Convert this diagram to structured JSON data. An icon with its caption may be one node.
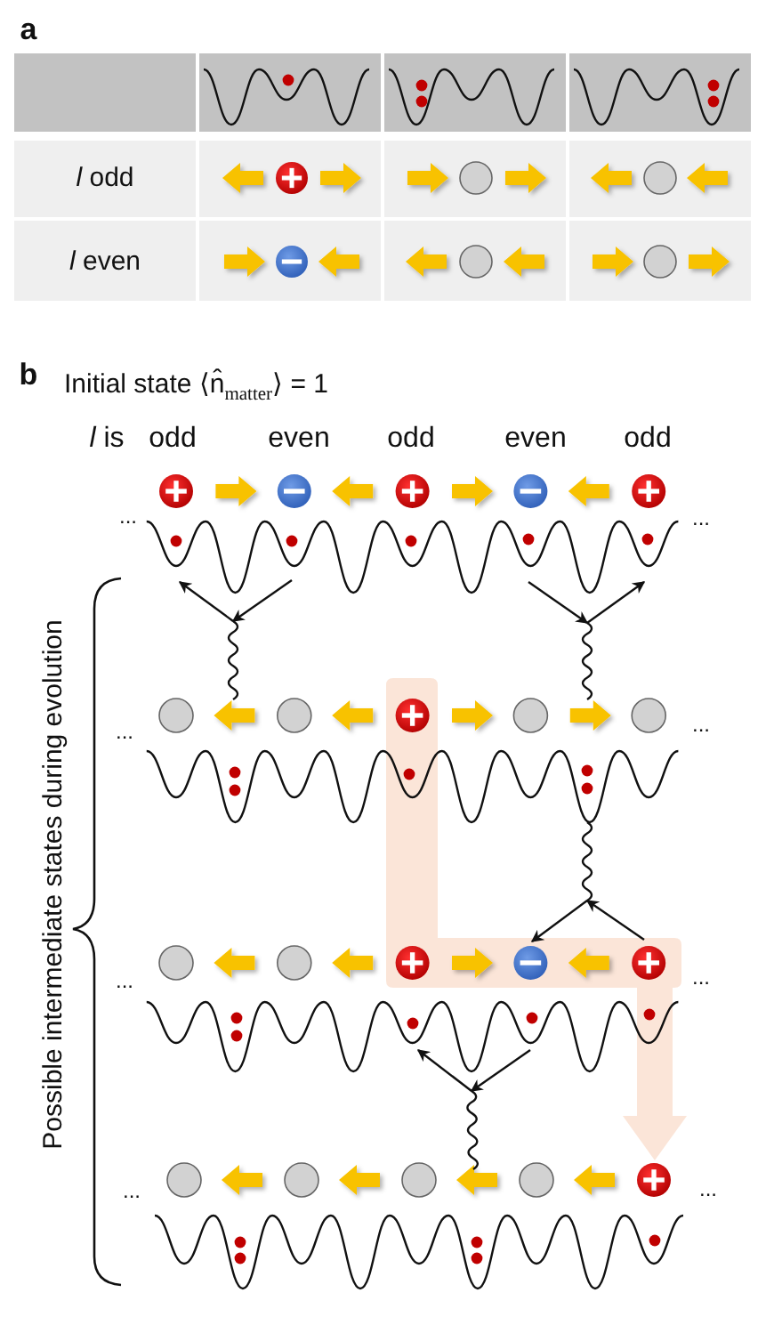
{
  "diagram": {
    "labels": [
      "a",
      "*l* odd",
      "*l* even",
      "b",
      "Initial state ⟨n̂$_{matter}$⟩ = 1",
      "*l* is",
      "odd",
      "even",
      "odd",
      "even",
      "odd",
      "...",
      "...",
      "...",
      "...",
      "...",
      "...",
      "...",
      "...",
      "Possible intermediate states during evolution"
    ]
  }
}
